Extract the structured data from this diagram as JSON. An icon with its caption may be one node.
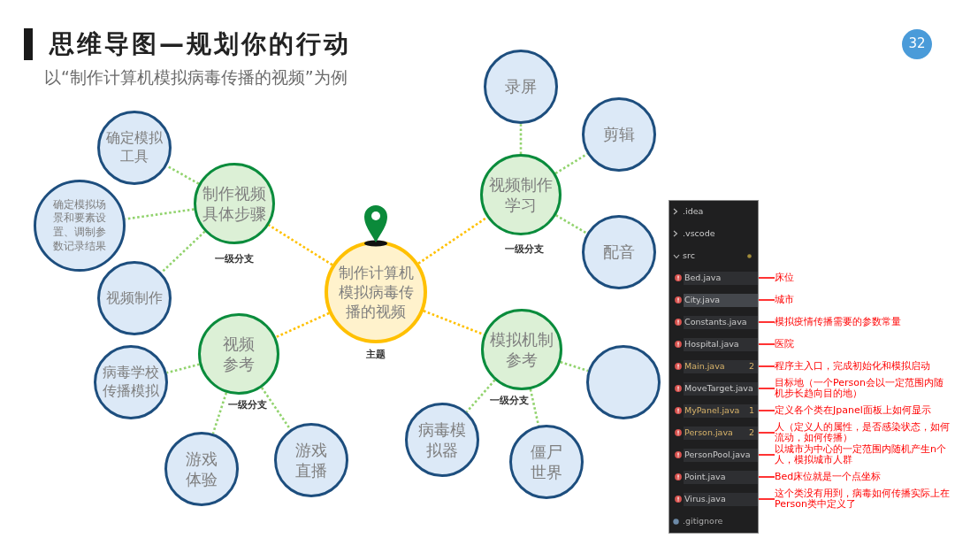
{
  "diagram": {
    "title": "思维导图—规划你的行动",
    "nodes": [
      {
        "text": [
          "32"
        ]
      },
      {
        "text": [
          "制作计算机模拟病毒传播的视频"
        ],
        "beside": [
          "主题"
        ]
      },
      {
        "text": [
          "制作视频具体步骤"
        ],
        "beside": [
          "一级分支"
        ]
      },
      {
        "text": [
          "确定模拟工具"
        ]
      },
      {
        "text": [
          "确定模拟场景和要素设置、调制参数记录结果"
        ]
      },
      {
        "text": [
          "视频制作"
        ]
      },
      {
        "text": [
          "视频制作学习"
        ],
        "beside": [
          "一级分支"
        ]
      },
      {
        "text": [
          "录屏"
        ]
      },
      {
        "text": [
          "剪辑"
        ]
      },
      {
        "text": [
          "配音"
        ]
      },
      {
        "text": [
          "视频参考"
        ],
        "beside": [
          "一级分支"
        ]
      },
      {
        "text": [
          "病毒学校传播模拟"
        ]
      },
      {
        "text": [
          "游戏体验"
        ]
      },
      {
        "text": [
          "游戏直播"
        ]
      },
      {
        "text": [
          "模拟机制参考"
        ],
        "beside": [
          "一级分支"
        ]
      },
      {
        "text": [
          "病毒模拟器"
        ]
      },
      {
        "text": [
          "僵尸世界"
        ]
      },
      {
        "text": [],
        "shape": "circle"
      },
      {
        "text": [
          ".idea",
          ".vscode",
          "src",
          ".gitignore"
        ]
      },
      {
        "text": [
          "Bed.java"
        ],
        "in": 18
      },
      {
        "text": [
          "City.java"
        ],
        "in": 18
      },
      {
        "text": [
          "Constants.java"
        ],
        "in": 18
      },
      {
        "text": [
          "Hospital.java"
        ],
        "in": 18
      },
      {
        "text": [
          "Main.java",
          "2"
        ],
        "in": 18
      },
      {
        "text": [
          "MoveTarget.java"
        ],
        "in": 18
      },
      {
        "text": [
          "MyPanel.java",
          "1"
        ],
        "in": 18
      },
      {
        "text": [
          "Person.java",
          "2"
        ],
        "in": 18
      },
      {
        "text": [
          "PersonPool.java"
        ],
        "in": 18
      },
      {
        "text": [
          "Point.java"
        ],
        "in": 18
      },
      {
        "text": [
          "Virus.java"
        ],
        "in": 18
      },
      {
        "text": [
          "床位"
        ]
      },
      {
        "text": [
          "城市"
        ]
      },
      {
        "text": [
          "模拟疫情传播需要的参数常量"
        ]
      },
      {
        "text": [
          "医院"
        ]
      },
      {
        "text": [
          "程序主入口，完成初始化和模拟启动"
        ]
      },
      {
        "text": [
          "目标地（一个Person会以一定范围内随机步长趋向目的地）"
        ]
      },
      {
        "text": [
          "定义各个类在Jpanel面板上如何显示"
        ]
      },
      {
        "text": [
          "人（定义人的属性，是否感染状态，如何流动，如何传播）"
        ]
      },
      {
        "text": [
          "以城市为中心的一定范围内随机产生n个人，模拟城市人群"
        ]
      },
      {
        "text": [
          "Bed床位就是一个点坐标"
        ]
      },
      {
        "text": [
          "这个类没有用到，病毒如何传播实际上在Person类中定义了"
        ]
      }
    ],
    "edges": [
      {
        "from": 1,
        "to": 2,
        "arrow": "none",
        "style": "dashed",
        "color": "#ffc000"
      },
      {
        "from": 1,
        "to": 6,
        "arrow": "none",
        "style": "dashed",
        "color": "#ffc000"
      },
      {
        "from": 1,
        "to": 10,
        "arrow": "none",
        "style": "dashed",
        "color": "#ffc000"
      },
      {
        "from": 1,
        "to": 14,
        "arrow": "none",
        "style": "dashed",
        "color": "#ffc000"
      },
      {
        "from": 2,
        "to": 3,
        "arrow": "none",
        "style": "dashed"
      },
      {
        "from": 2,
        "to": 4,
        "arrow": "none",
        "style": "dashed"
      },
      {
        "from": 2,
        "to": 5,
        "arrow": "none",
        "style": "dashed"
      },
      {
        "from": 6,
        "to": 7,
        "arrow": "none",
        "style": "dashed"
      },
      {
        "from": 6,
        "to": 8,
        "arrow": "none",
        "style": "dashed"
      },
      {
        "from": 6,
        "to": 9,
        "arrow": "none",
        "style": "dashed"
      },
      {
        "from": 10,
        "to": 11,
        "arrow": "none",
        "style": "dashed"
      },
      {
        "from": 10,
        "to": 12,
        "arrow": "none",
        "style": "dashed"
      },
      {
        "from": 10,
        "to": 13,
        "arrow": "none",
        "style": "dashed"
      },
      {
        "from": 14,
        "to": 15,
        "arrow": "none",
        "style": "dashed"
      },
      {
        "from": 14,
        "to": 16,
        "arrow": "none",
        "style": "dashed"
      },
      {
        "from": 14,
        "to": 17,
        "arrow": "none",
        "style": "dashed"
      },
      {
        "from": 19,
        "to": 30,
        "arrow": "none",
        "color": "#ff0000"
      },
      {
        "from": 20,
        "to": 31,
        "arrow": "none",
        "color": "#ff0000"
      },
      {
        "from": 21,
        "to": 32,
        "arrow": "none",
        "color": "#ff0000"
      },
      {
        "from": 22,
        "to": 33,
        "arrow": "none",
        "color": "#ff0000"
      },
      {
        "from": 23,
        "to": 34,
        "arrow": "none",
        "color": "#ff0000"
      },
      {
        "from": 24,
        "to": 35,
        "arrow": "none",
        "color": "#ff0000"
      },
      {
        "from": 25,
        "to": 36,
        "arrow": "none",
        "color": "#ff0000"
      },
      {
        "from": 26,
        "to": 37,
        "arrow": "none",
        "color": "#ff0000"
      },
      {
        "from": 27,
        "to": 38,
        "arrow": "none",
        "color": "#ff0000"
      },
      {
        "from": 28,
        "to": 39,
        "arrow": "none",
        "color": "#ff0000"
      },
      {
        "from": 29,
        "to": 40,
        "arrow": "none",
        "color": "#ff0000"
      }
    ],
    "labels": [
      "以“制作计算机模拟病毒传播的视频”为例"
    ]
  }
}
